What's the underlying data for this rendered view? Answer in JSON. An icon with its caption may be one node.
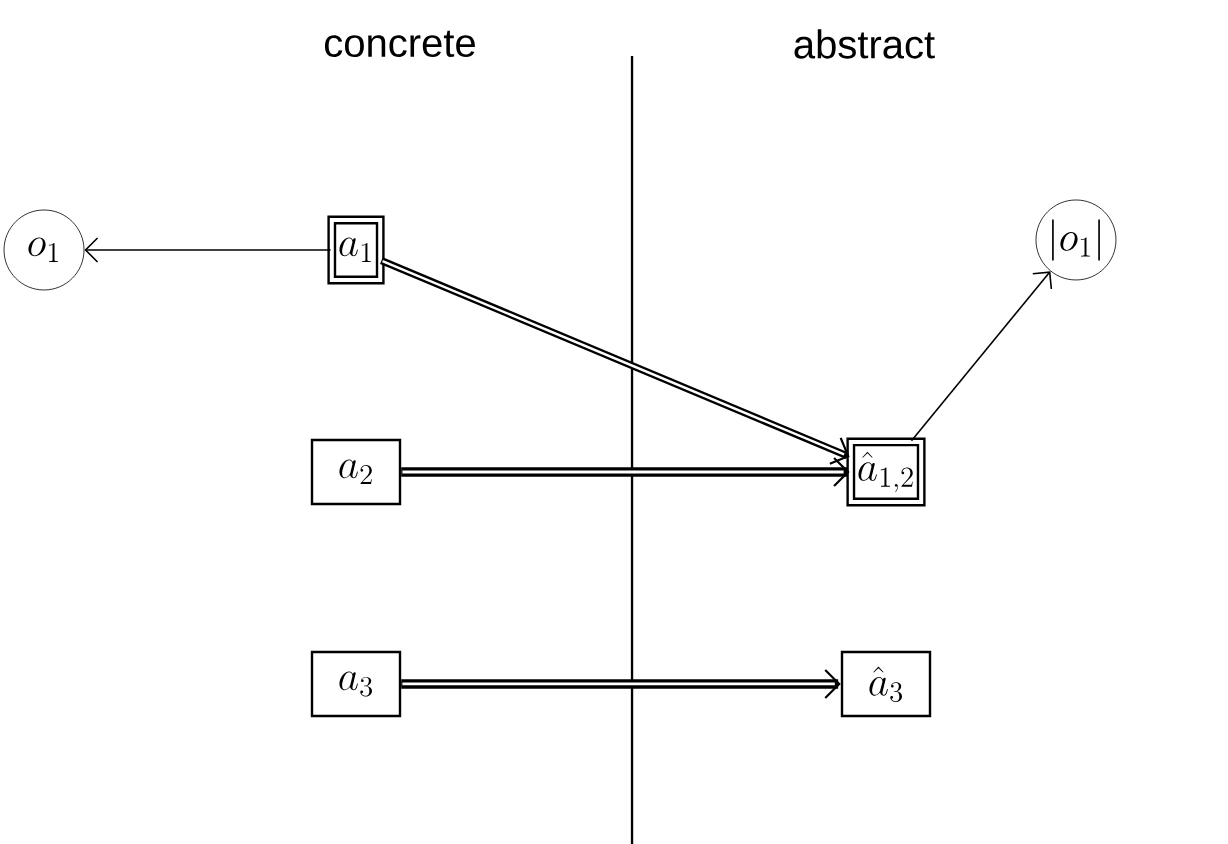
{
  "diagram": {
    "nodes": [
      {
        "text": [
          "o_1"
        ]
      },
      {
        "text": [
          "a_1"
        ]
      },
      {
        "text": [
          "a_2"
        ]
      },
      {
        "text": [
          "a_3"
        ]
      },
      {
        "text": [
          "\\hat{a}_{1,2}"
        ]
      },
      {
        "text": [
          "\\hat{a}_3"
        ]
      },
      {
        "text": [
          "|o_1|"
        ]
      }
    ],
    "edges": [
      {
        "from": 1,
        "to": 0,
        "arrow": "to"
      },
      {
        "from": 1,
        "to": 4,
        "arrow": "to"
      },
      {
        "from": 2,
        "to": 4,
        "arrow": "to"
      },
      {
        "from": 3,
        "to": 5,
        "arrow": "to"
      },
      {
        "from": 4,
        "to": 6,
        "arrow": "to"
      }
    ],
    "labels": [
      "concrete",
      "abstract"
    ]
  }
}
